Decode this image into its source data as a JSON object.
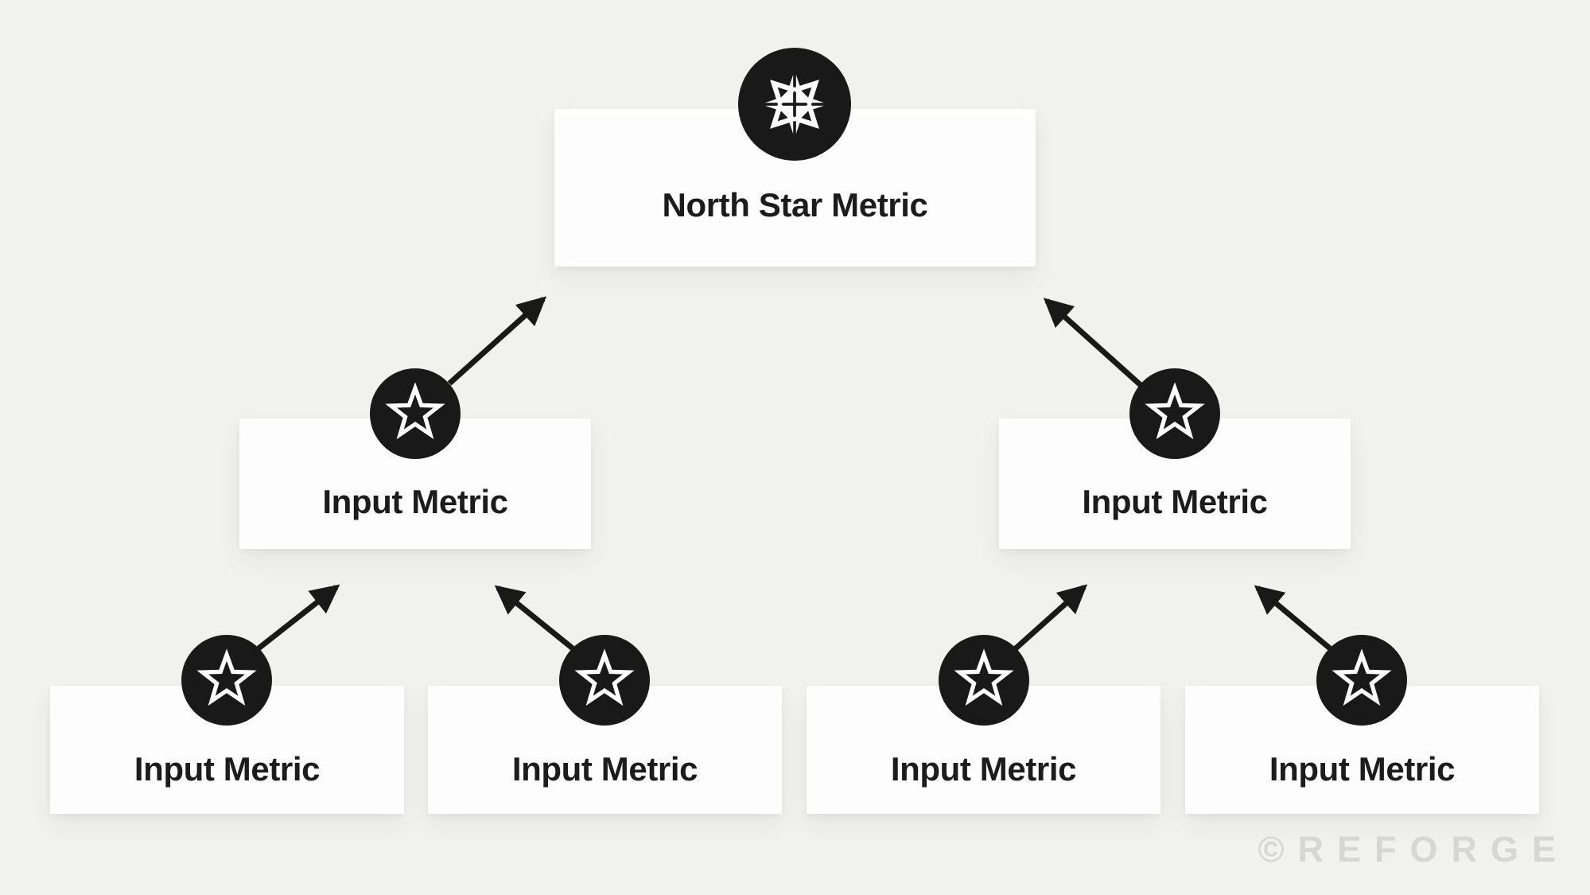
{
  "colors": {
    "background": "#f1f1ef",
    "node-bg": "#fdfdfd",
    "ink": "#191919",
    "label-ink": "#1c1c1c",
    "watermark-ink": "#d6d6d4"
  },
  "nodes": {
    "north_star": {
      "label": "North Star Metric",
      "icon": "north-star-compass-icon"
    },
    "inputs": [
      {
        "label": "Input Metric",
        "icon": "star-icon",
        "position": "middle-left"
      },
      {
        "label": "Input Metric",
        "icon": "star-icon",
        "position": "middle-right"
      },
      {
        "label": "Input Metric",
        "icon": "star-icon",
        "position": "bottom-1"
      },
      {
        "label": "Input Metric",
        "icon": "star-icon",
        "position": "bottom-2"
      },
      {
        "label": "Input Metric",
        "icon": "star-icon",
        "position": "bottom-3"
      },
      {
        "label": "Input Metric",
        "icon": "star-icon",
        "position": "bottom-4"
      }
    ]
  },
  "watermark": {
    "text": "©REFORGE"
  }
}
